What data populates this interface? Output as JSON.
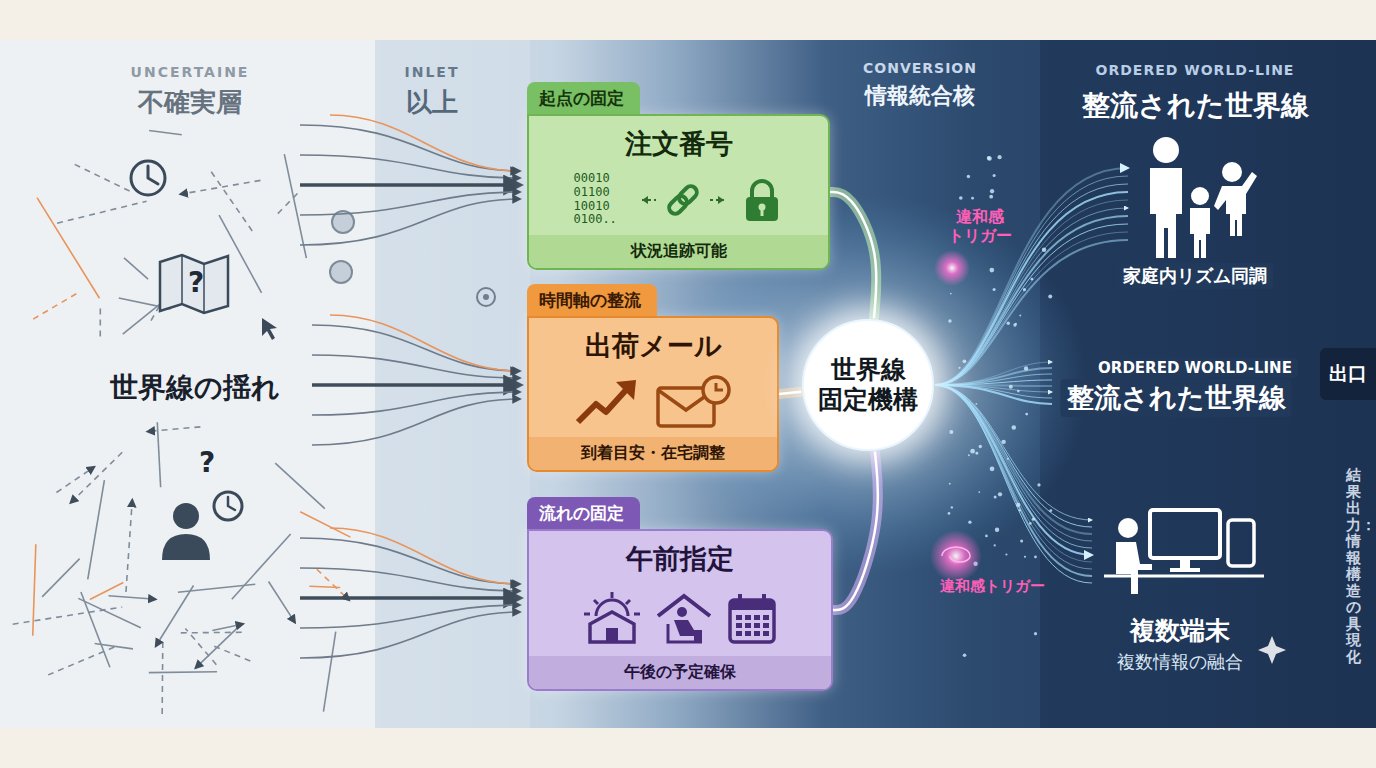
{
  "diagram": {
    "nodes": [
      {
        "text": [
          "起点の固定",
          "注文番号",
          "00010 01100 10010 0100..",
          "状況追跡可能"
        ]
      },
      {
        "text": [
          "時間軸の整流",
          "出荷メール",
          "到着目安・在宅調整"
        ]
      },
      {
        "text": [
          "流れの固定",
          "午前指定",
          "午後の予定確保"
        ]
      },
      {
        "text": [
          "世界線 固定機構"
        ]
      },
      {
        "text": [
          "出口"
        ]
      }
    ],
    "edges": [
      {
        "from": 0,
        "to": 3,
        "arrow": "none"
      },
      {
        "from": 1,
        "to": 3,
        "arrow": "none"
      },
      {
        "from": 2,
        "to": 3,
        "arrow": "none"
      }
    ],
    "labels": [
      "UNCERTAINE",
      "不確実層",
      "INLET",
      "以上",
      "CONVERSION",
      "情報統合核",
      "ORDERED WORLD-LINE",
      "整流された世界線",
      "世界線の揺れ",
      "?",
      "?",
      "違和感 トリガー",
      "違和感トリガー",
      "家庭内リズム同調",
      "ORDERED WORLD-LINE",
      "整流された世界線",
      "複数端末",
      "複数情報の融合",
      "結果出力：情報構造の具現化"
    ]
  }
}
